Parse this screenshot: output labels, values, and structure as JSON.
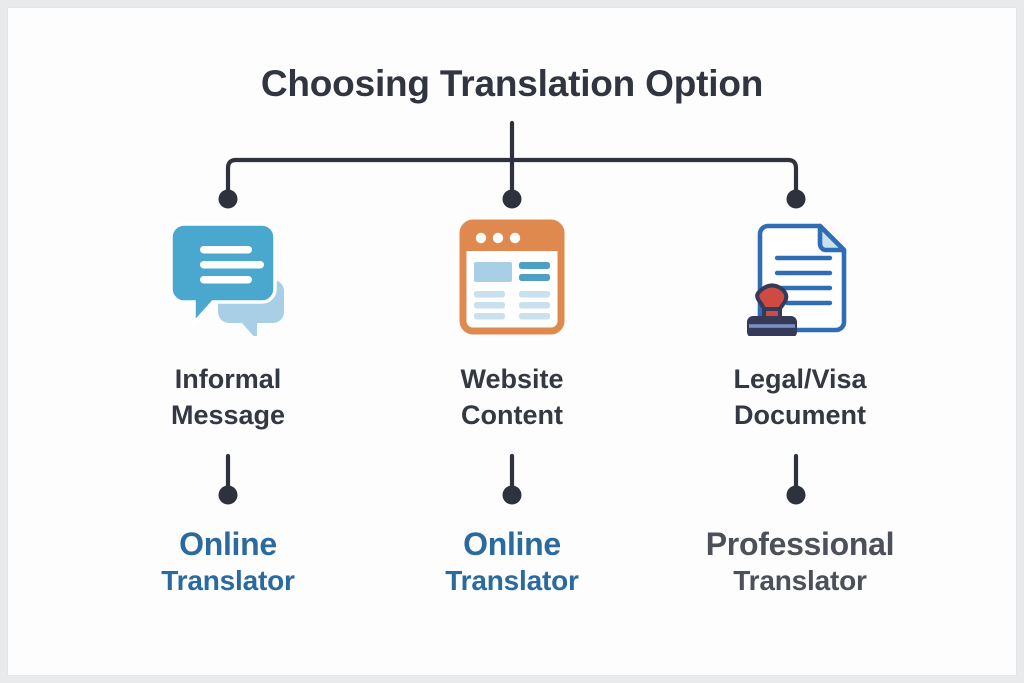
{
  "diagram": {
    "title": "Choosing Translation Option",
    "colors": {
      "title_text": "#31353f",
      "connector": "#2e323c",
      "category_text": "#343842",
      "outcome_blue": "#2a6a9e",
      "outcome_dark": "#4c5059",
      "canvas_background": "#fdfdfd",
      "page_background": "#e9eaec",
      "bubble_front": "#4aa8cf",
      "bubble_back": "#a9cfe6",
      "browser_bar": "#e0894f",
      "browser_accent": "#4f9fc4",
      "browser_light": "#c9e0ef",
      "document_outline": "#2f6db5",
      "stamp_red": "#cf4a42",
      "stamp_navy": "#343a58"
    },
    "branches": [
      {
        "icon": "chat-bubbles-icon",
        "category": {
          "line1": "Informal",
          "line2": "Message"
        },
        "outcome": {
          "line1": "Online",
          "line2": "Translator",
          "style": "blue"
        }
      },
      {
        "icon": "browser-window-icon",
        "category": {
          "line1": "Website",
          "line2": "Content"
        },
        "outcome": {
          "line1": "Online",
          "line2": "Translator",
          "style": "blue"
        }
      },
      {
        "icon": "stamped-document-icon",
        "category": {
          "line1": "Legal/Visa",
          "line2": "Document"
        },
        "outcome": {
          "line1": "Professional",
          "line2": "Translator",
          "style": "dark"
        }
      }
    ]
  }
}
